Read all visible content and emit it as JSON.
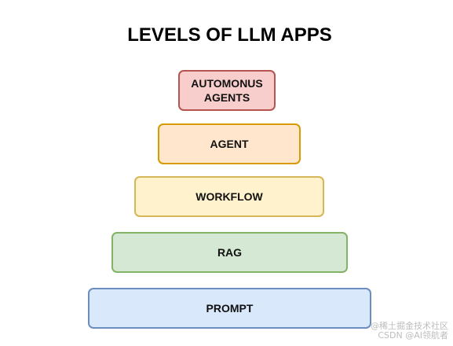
{
  "title": "LEVELS OF LLM APPS",
  "levels": [
    {
      "label": "AUTOMONUS\nAGENTS",
      "fill": "#f8cecc",
      "stroke": "#b85450"
    },
    {
      "label": "AGENT",
      "fill": "#ffe6cc",
      "stroke": "#d79b00"
    },
    {
      "label": "WORKFLOW",
      "fill": "#fff2cc",
      "stroke": "#d6b656"
    },
    {
      "label": "RAG",
      "fill": "#d5e8d4",
      "stroke": "#82b366"
    },
    {
      "label": "PROMPT",
      "fill": "#dae8fc",
      "stroke": "#6c8ebf"
    }
  ],
  "watermark": {
    "line1": "@稀土掘金技术社区",
    "line2": "CSDN @AI领航者"
  }
}
